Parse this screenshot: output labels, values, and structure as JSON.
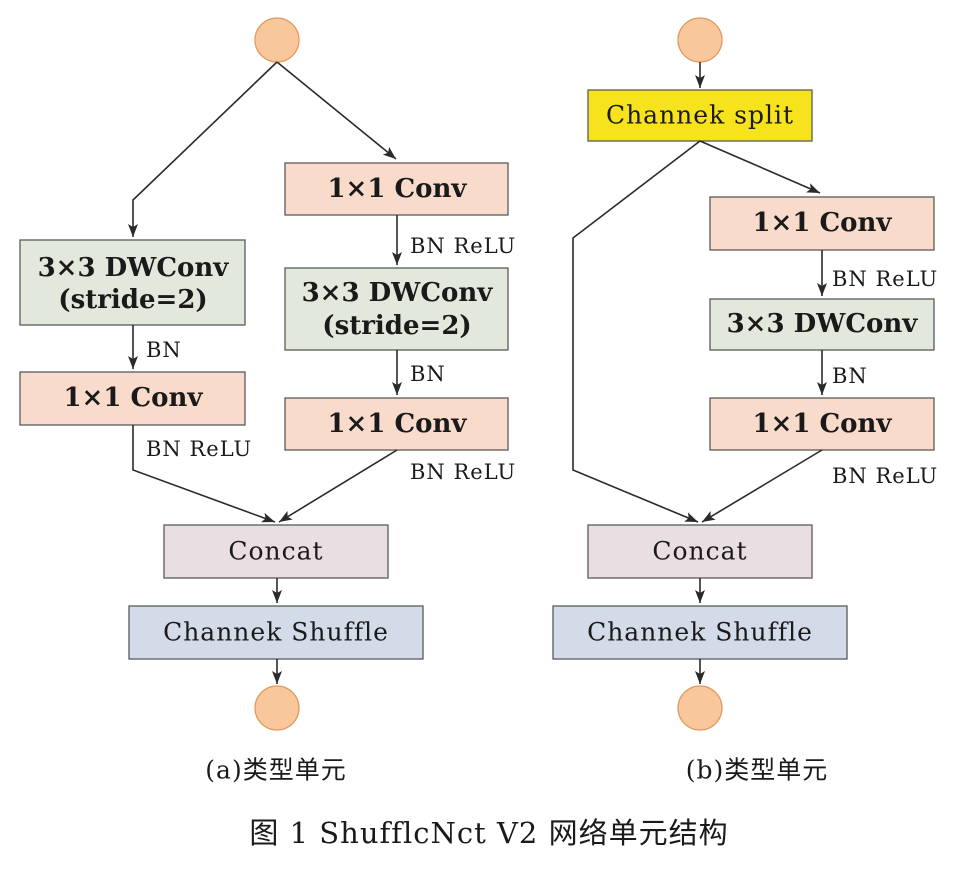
{
  "colors": {
    "node": "#f9c79c",
    "conv": "#f9dbcb",
    "dwconv": "#e3e8dc",
    "concat": "#e9dfe2",
    "shuffle": "#d4dbe8",
    "split": "#f6e31c",
    "line": "#2a2a2a"
  },
  "unit_a": {
    "left_branch": {
      "dwconv": {
        "line1": "3×3 DWConv",
        "line2": "(stride=2)"
      },
      "bn": "BN",
      "conv": "1×1 Conv",
      "bn_relu": "BN ReLU"
    },
    "right_branch": {
      "conv1": "1×1 Conv",
      "bn_relu_1": "BN ReLU",
      "dwconv": {
        "line1": "3×3 DWConv",
        "line2": "(stride=2)"
      },
      "bn": "BN",
      "conv2": "1×1 Conv",
      "bn_relu_2": "BN ReLU"
    },
    "concat": "Concat",
    "shuffle": "Channek Shuffle",
    "caption": "(a)类型单元"
  },
  "unit_b": {
    "split": "Channek split",
    "right_branch": {
      "conv1": "1×1 Conv",
      "bn_relu_1": "BN ReLU",
      "dwconv": "3×3 DWConv",
      "bn": "BN",
      "conv2": "1×1 Conv",
      "bn_relu_2": "BN ReLU"
    },
    "concat": "Concat",
    "shuffle": "Channek Shuffle",
    "caption": "(b)类型单元"
  },
  "figure_caption": "图 1   ShufflcNct V2 网络单元结构"
}
